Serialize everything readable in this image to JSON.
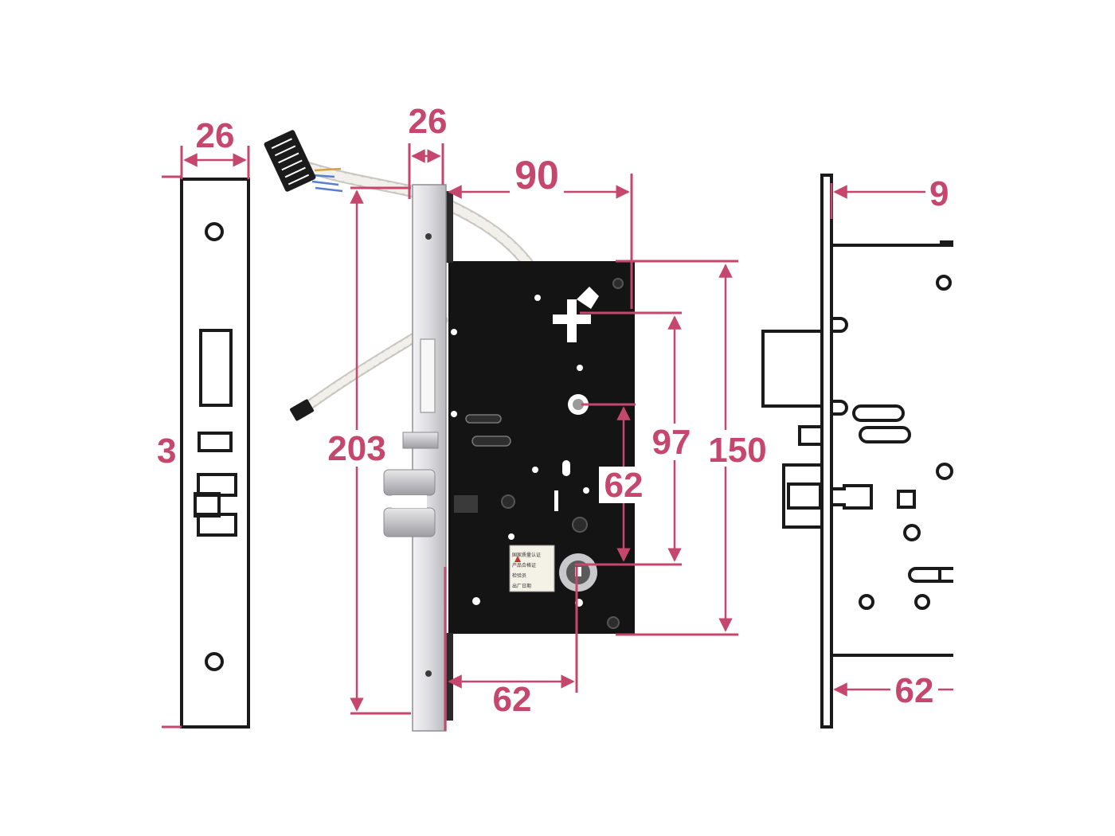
{
  "colors": {
    "dimension": "#c6476e",
    "outline": "#1a1a1a",
    "lock_body": "#141414",
    "faceplate": "#d9d9dd",
    "wire": "#ecebe6"
  },
  "dimensions": {
    "left_view_width": "26",
    "left_view_height_partial": "3",
    "faceplate_width": "26",
    "backset_top": "90",
    "faceplate_height": "203",
    "handle_to_cylinder": "97",
    "body_height": "150",
    "cylinder_offset": "62",
    "bottom_backset": "62",
    "right_view_top_partial": "9",
    "right_view_bottom": "62"
  },
  "product_label": {
    "lines": [
      "国家质量认证",
      "产品合格证",
      "检验员",
      "出厂日期"
    ]
  }
}
